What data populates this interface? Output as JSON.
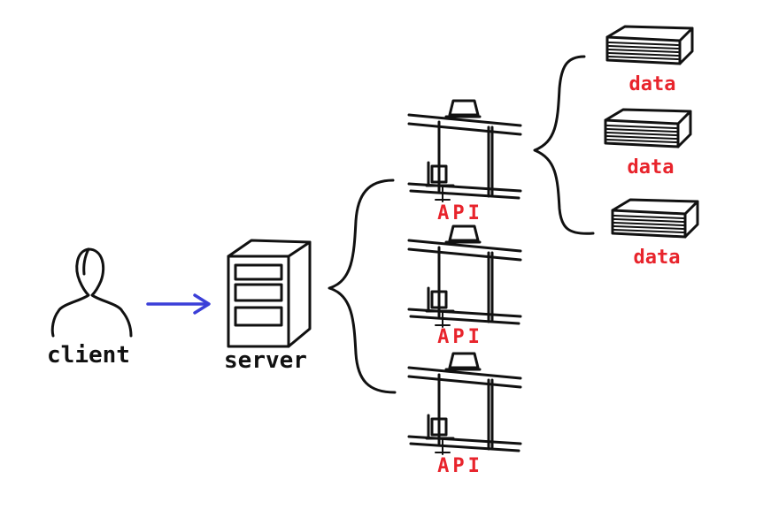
{
  "nodes": {
    "client": {
      "label": "client"
    },
    "server": {
      "label": "server"
    },
    "apis": [
      {
        "label": "API"
      },
      {
        "label": "API"
      },
      {
        "label": "API"
      }
    ],
    "data_stores": [
      {
        "label": "data"
      },
      {
        "label": "data"
      },
      {
        "label": "data"
      }
    ]
  },
  "colors": {
    "ink": "#111111",
    "arrow": "#3b3fd8",
    "accent_label": "#e8242c"
  },
  "icons": {
    "client": "person-icon",
    "server": "server-tower-icon",
    "api": "desk-workstation-icon",
    "data": "paper-stack-icon"
  }
}
